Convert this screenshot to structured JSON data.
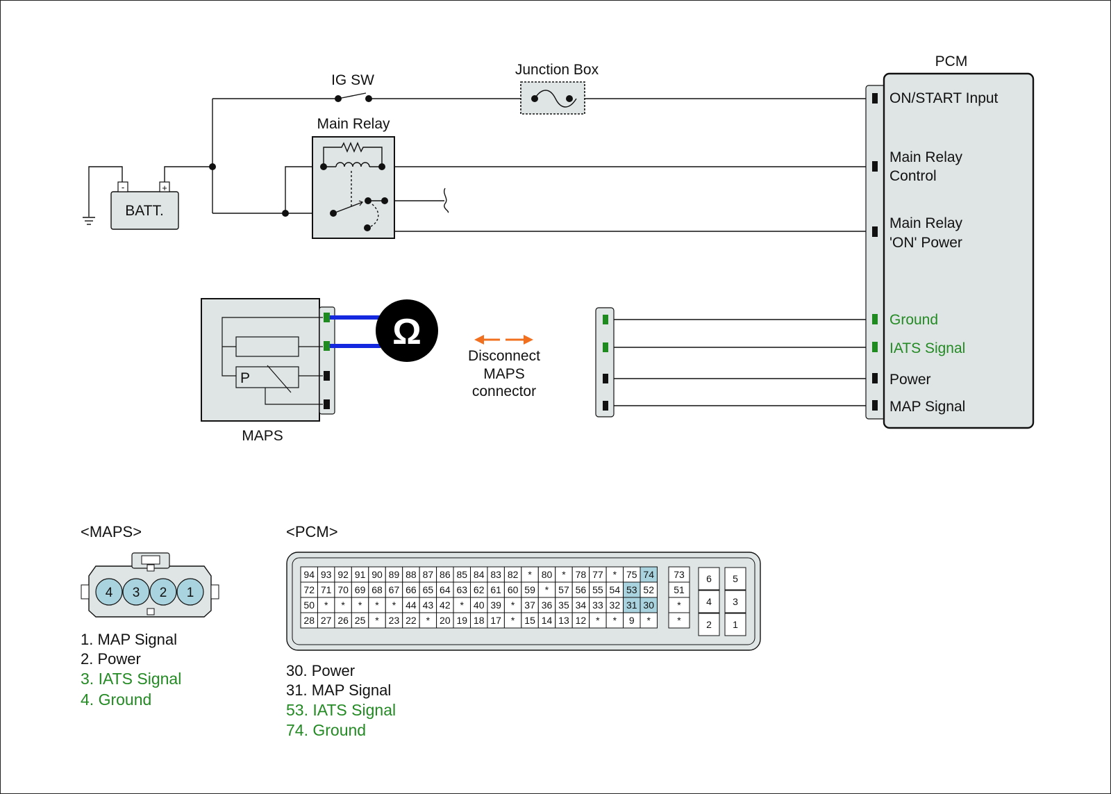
{
  "labels": {
    "ig_sw": "IG SW",
    "junction_box": "Junction Box",
    "pcm_title": "PCM",
    "main_relay": "Main Relay",
    "batt": "BATT.",
    "batt_minus": "-",
    "batt_plus": "+",
    "maps": "MAPS",
    "maps_p": "P",
    "ohm": "Ω",
    "disconnect": [
      "Disconnect",
      "MAPS",
      "connector"
    ]
  },
  "pcm_terminals": {
    "on_start": "ON/START Input",
    "main_relay_control": [
      "Main Relay",
      "Control"
    ],
    "main_relay_on_power": [
      "Main Relay",
      "'ON' Power"
    ],
    "ground": "Ground",
    "iats_signal": "IATS Signal",
    "power": "Power",
    "map_signal": "MAP Signal"
  },
  "maps_connector": {
    "title": "<MAPS>",
    "pins": [
      "4",
      "3",
      "2",
      "1"
    ],
    "legend": [
      {
        "text": "1. MAP Signal",
        "highlight": false
      },
      {
        "text": "2. Power",
        "highlight": false
      },
      {
        "text": "3. IATS Signal",
        "highlight": true
      },
      {
        "text": "4. Ground",
        "highlight": true
      }
    ]
  },
  "pcm_connector": {
    "title": "<PCM>",
    "rows": [
      [
        "94",
        "93",
        "92",
        "91",
        "90",
        "89",
        "88",
        "87",
        "86",
        "85",
        "84",
        "83",
        "82",
        "*",
        "80",
        "*",
        "78",
        "77",
        "*",
        "75",
        "74"
      ],
      [
        "72",
        "71",
        "70",
        "69",
        "68",
        "67",
        "66",
        "65",
        "64",
        "63",
        "62",
        "61",
        "60",
        "59",
        "*",
        "57",
        "56",
        "55",
        "54",
        "53",
        "52"
      ],
      [
        "50",
        "*",
        "*",
        "*",
        "*",
        "*",
        "44",
        "43",
        "42",
        "*",
        "40",
        "39",
        "*",
        "37",
        "36",
        "35",
        "34",
        "33",
        "32",
        "31",
        "30"
      ],
      [
        "28",
        "27",
        "26",
        "25",
        "*",
        "23",
        "22",
        "*",
        "20",
        "19",
        "18",
        "17",
        "*",
        "15",
        "14",
        "13",
        "12",
        "*",
        "*",
        "9",
        "*"
      ]
    ],
    "side_col": [
      "73",
      "51",
      "*",
      "*"
    ],
    "small_block": [
      [
        "6",
        "5"
      ],
      [
        "4",
        "3"
      ],
      [
        "2",
        "1"
      ]
    ],
    "highlighted": [
      "74",
      "53",
      "31",
      "30"
    ],
    "legend": [
      {
        "text": "30. Power",
        "highlight": false
      },
      {
        "text": "31. MAP Signal",
        "highlight": false
      },
      {
        "text": "53. IATS Signal",
        "highlight": true
      },
      {
        "text": "74. Ground",
        "highlight": true
      }
    ]
  },
  "colors": {
    "green": "#238a23",
    "blue": "#1428e0",
    "orange": "#f07020",
    "box_fill": "#dfe5e5",
    "pin_highlight": "#a9d3de"
  }
}
